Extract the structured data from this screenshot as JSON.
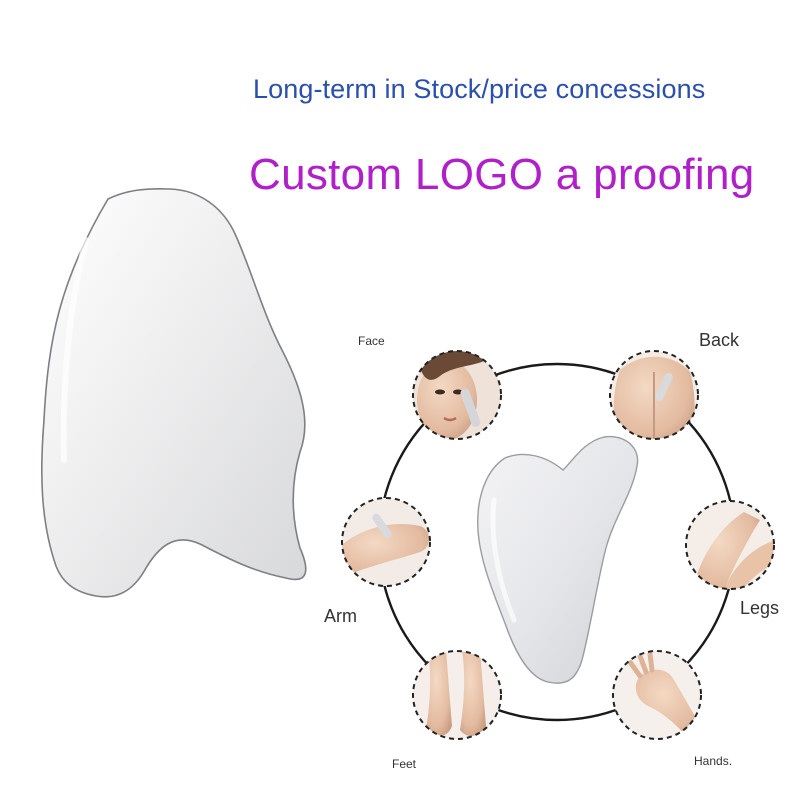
{
  "headline": {
    "line1": "Long-term in Stock/price concessions",
    "line2": "Custom LOGO a proofing"
  },
  "colors": {
    "line1": "#2b4fae",
    "line2": "#b01fc9"
  },
  "areas": {
    "face": "Face",
    "back": "Back",
    "arm": "Arm",
    "legs": "Legs",
    "feet": "Feet",
    "hands": "Hands."
  }
}
